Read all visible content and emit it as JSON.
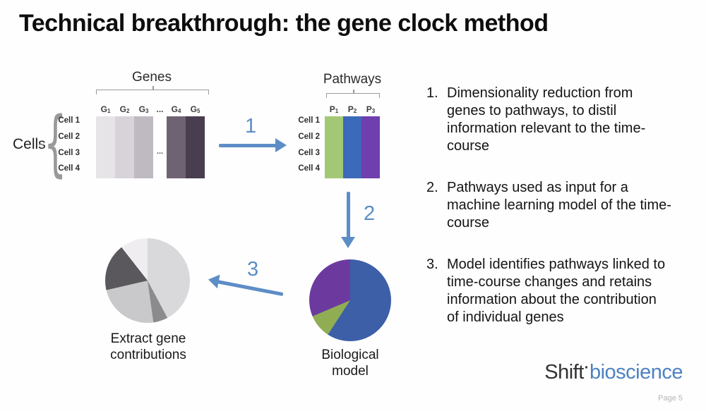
{
  "slide": {
    "title": "Technical breakthrough: the gene clock method",
    "page_label": "Page 5",
    "background": "#fefefe"
  },
  "logo": {
    "shift": "Shift",
    "mark": "·",
    "bioscience": "bioscience",
    "shift_color": "#333333",
    "bioscience_color": "#4e82c1"
  },
  "genes_matrix": {
    "title": "Genes",
    "axis_label": "Cells",
    "ellipsis": "...",
    "gap_after": 3,
    "row_labels": [
      "Cell 1",
      "Cell 2",
      "Cell 3",
      "Cell 4"
    ],
    "columns": [
      {
        "base": "G",
        "sub": "1",
        "color": "#e7e4e8"
      },
      {
        "base": "G",
        "sub": "2",
        "color": "#d7d3d8"
      },
      {
        "base": "G",
        "sub": "3",
        "color": "#bfbac2"
      },
      {
        "base": "G",
        "sub": "4",
        "color": "#6e6373"
      },
      {
        "base": "G",
        "sub": "5",
        "color": "#483e4f"
      }
    ]
  },
  "pathways_matrix": {
    "title": "Pathways",
    "row_labels": [
      "Cell 1",
      "Cell 2",
      "Cell 3",
      "Cell 4"
    ],
    "columns": [
      {
        "base": "P",
        "sub": "1",
        "color": "#a3c875"
      },
      {
        "base": "P",
        "sub": "2",
        "color": "#3d69ba"
      },
      {
        "base": "P",
        "sub": "3",
        "color": "#6f3fae"
      }
    ]
  },
  "arrows": [
    {
      "label": "1",
      "color": "#5d8dc6"
    },
    {
      "label": "2",
      "color": "#5d8dc6"
    },
    {
      "label": "3",
      "color": "#5d8dc6"
    }
  ],
  "chart_data": [
    {
      "type": "pie",
      "title": "Biological model",
      "caption_lines": [
        "Biological",
        "model"
      ],
      "legend": "none",
      "slices": [
        {
          "name": "blue-pathway-share",
          "color": "#3c5fa8",
          "start_deg": 0,
          "end_deg": 213,
          "percent": 59.2
        },
        {
          "name": "green-pathway-share",
          "color": "#90ad53",
          "start_deg": 213,
          "end_deg": 247,
          "percent": 9.4
        },
        {
          "name": "purple-pathway-share",
          "color": "#6c3a9f",
          "start_deg": 247,
          "end_deg": 360,
          "percent": 31.4
        }
      ]
    },
    {
      "type": "pie",
      "title": "Extract gene contributions",
      "caption_lines": [
        "Extract gene",
        "contributions"
      ],
      "legend": "none",
      "slices": [
        {
          "name": "light-gray-gene-share",
          "color": "#d9d8da",
          "start_deg": 0,
          "end_deg": 152,
          "percent": 42.2
        },
        {
          "name": "medium-gray-gene-share",
          "color": "#8b8a8d",
          "start_deg": 152,
          "end_deg": 172,
          "percent": 5.6
        },
        {
          "name": "silver-gray-gene-share",
          "color": "#c9c8cb",
          "start_deg": 172,
          "end_deg": 257,
          "percent": 23.6
        },
        {
          "name": "dark-gray-gene-share",
          "color": "#5a585c",
          "start_deg": 257,
          "end_deg": 322,
          "percent": 18.1
        },
        {
          "name": "pale-gray-gene-share",
          "color": "#efedf0",
          "start_deg": 322,
          "end_deg": 360,
          "percent": 10.6
        }
      ]
    }
  ],
  "steps": [
    {
      "num": "1.",
      "text": "Dimensionality reduction from genes to pathways, to distil information relevant to the time-course"
    },
    {
      "num": "2.",
      "text": "Pathways used as input for a machine learning model of the time-course"
    },
    {
      "num": "3.",
      "text": "Model identifies pathways linked to time-course changes and retains information about the contribution of individual genes"
    }
  ]
}
